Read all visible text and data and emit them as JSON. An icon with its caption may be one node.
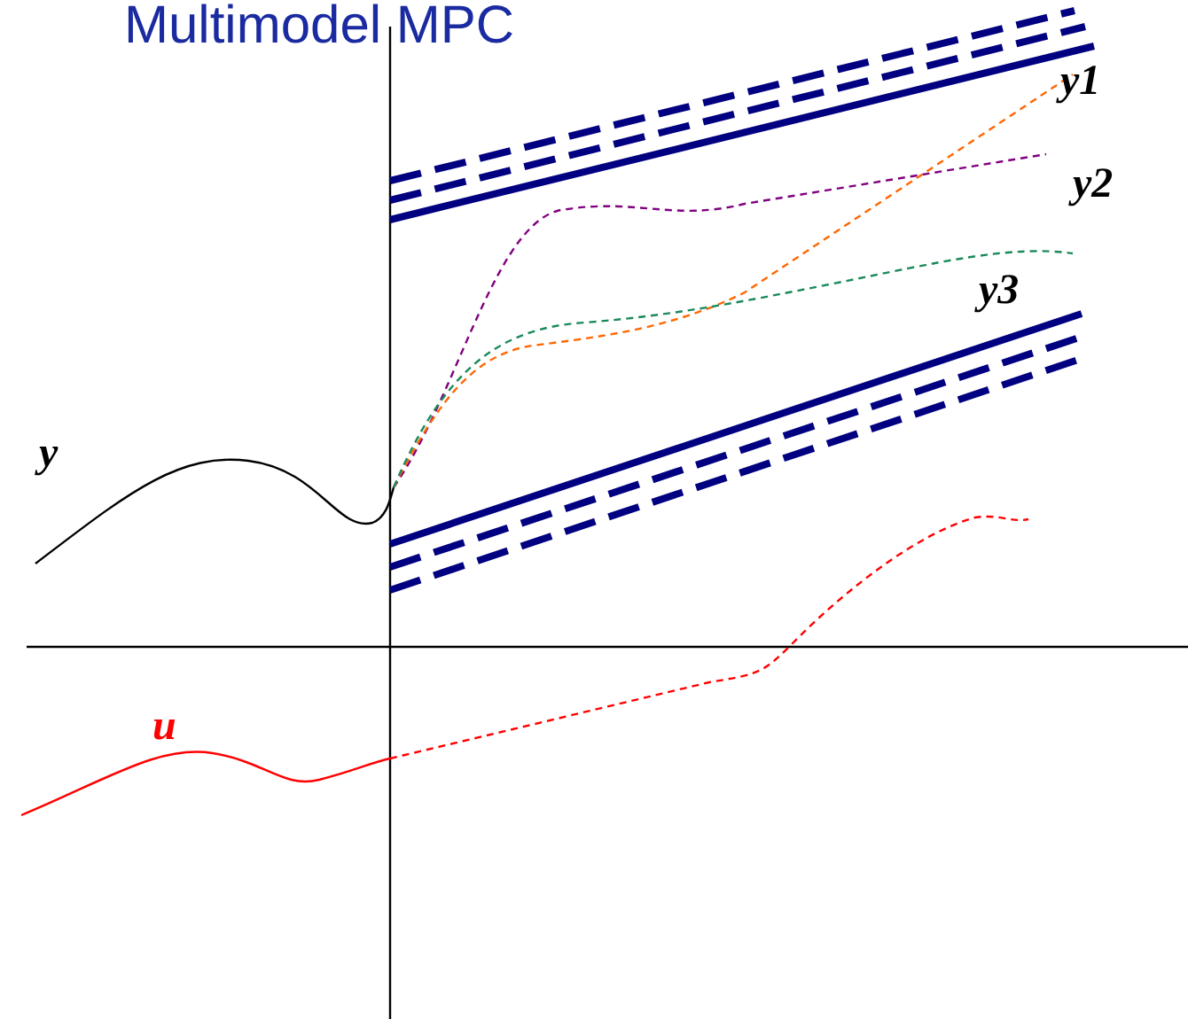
{
  "diagram": {
    "title": "Multimodel MPC",
    "labels": [
      "y1",
      "y2",
      "y3",
      "y",
      "u"
    ]
  }
}
